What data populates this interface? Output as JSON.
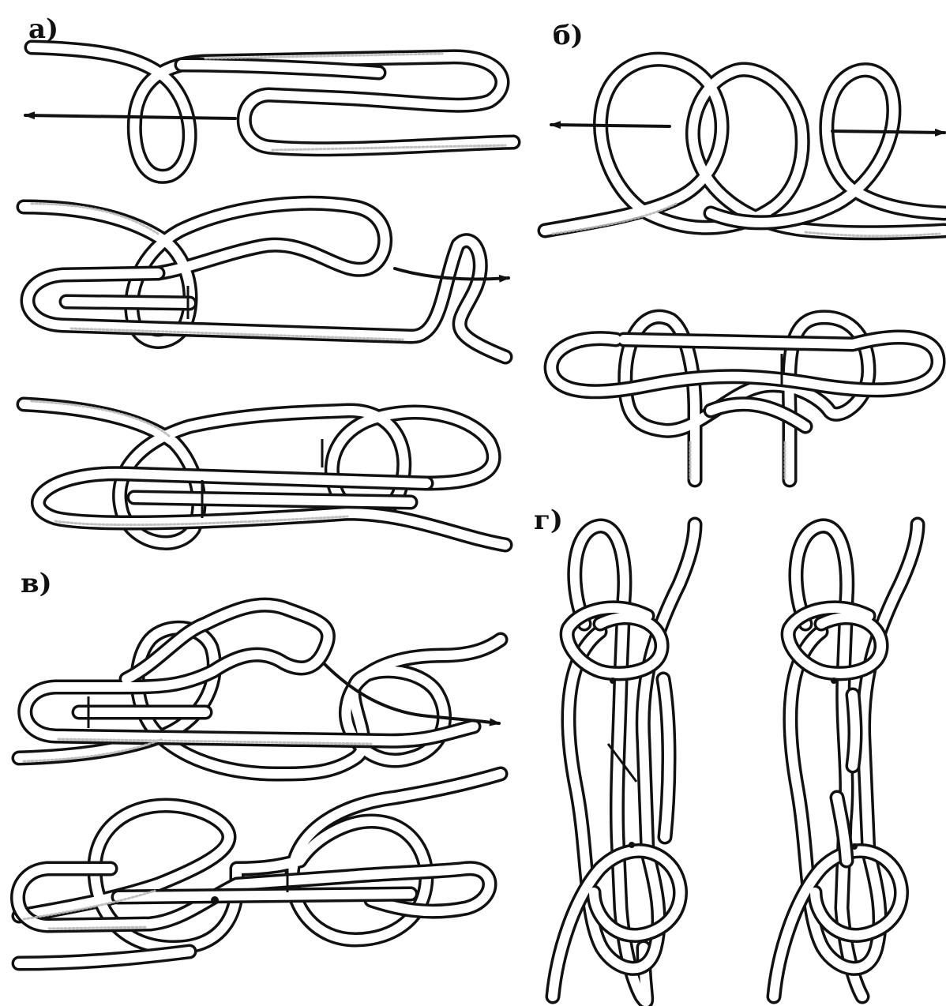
{
  "figure": {
    "panels": [
      {
        "id": "a",
        "label": "а)"
      },
      {
        "id": "b",
        "label": "б)"
      },
      {
        "id": "v",
        "label": "в)"
      },
      {
        "id": "g",
        "label": "г)"
      }
    ]
  },
  "colors": {
    "ink": "#111111",
    "rope_fill": "#ffffff",
    "rope_shading": "#b9b9b9",
    "background": "#ffffff"
  }
}
